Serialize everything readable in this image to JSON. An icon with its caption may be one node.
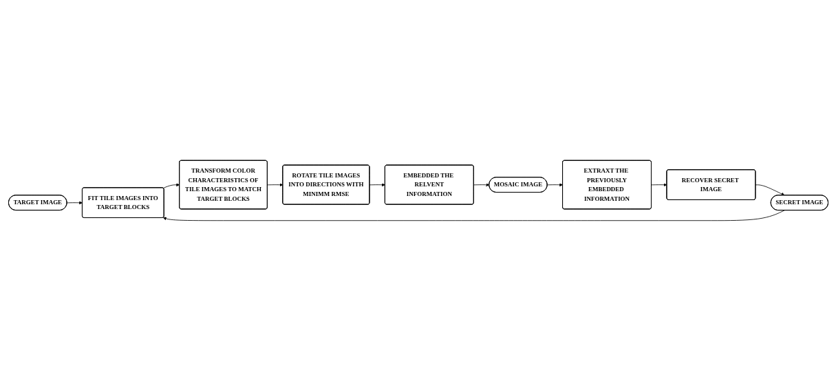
{
  "diagram": {
    "nodes": [
      {
        "text": [
          "TARGET IMAGE"
        ]
      },
      {
        "text": [
          "FIT TILE IMAGES INTO TARGET BLOCKS"
        ]
      },
      {
        "text": [
          "TRANSFORM COLOR CHARACTERISTICS OF TILE IMAGES TO MATCH TARGET BLOCKS"
        ]
      },
      {
        "text": [
          "ROTATE TILE IMAGES INTO DIRECTIONS WITH MINIMM RMSE"
        ]
      },
      {
        "text": [
          "EMBEDDED THE RELVENT INFORMATION"
        ]
      },
      {
        "text": [
          "SECRET IMAGE"
        ]
      },
      {
        "text": [
          "RECOVER SECRET IMAGE"
        ]
      },
      {
        "text": [
          "EXTRAXT THE PREVIOUSLY EMBEDDED INFORMATION"
        ]
      },
      {
        "text": [
          "MOSAIC IMAGE"
        ]
      }
    ],
    "edges": [
      {
        "from": 0,
        "to": 1,
        "arrow": "to"
      },
      {
        "from": 1,
        "to": 2,
        "arrow": "to"
      },
      {
        "from": 2,
        "to": 3,
        "arrow": "to"
      },
      {
        "from": 3,
        "to": 4,
        "arrow": "to"
      },
      {
        "from": 4,
        "to": 8,
        "arrow": "to"
      },
      {
        "from": 8,
        "to": 7,
        "arrow": "to"
      },
      {
        "from": 7,
        "to": 6,
        "arrow": "to"
      },
      {
        "from": 6,
        "to": 5,
        "arrow": "to"
      },
      {
        "from": 5,
        "to": 1,
        "arrow": "to"
      }
    ]
  }
}
